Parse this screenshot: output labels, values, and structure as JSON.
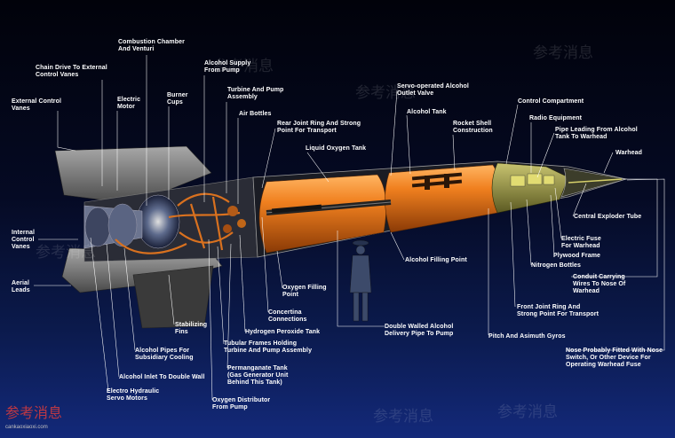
{
  "labels": {
    "combustion_chamber": "Combustion Chamber\nAnd Venturi",
    "chain_drive": "Chain Drive To External\nControl Vanes",
    "alcohol_supply": "Alcohol Supply\nFrom Pump",
    "external_vanes": "External Control\nVanes",
    "electric_motor": "Electric\nMotor",
    "burner_cups": "Burner\nCups",
    "turbine_pump": "Turbine And Pump\nAssembly",
    "air_bottles": "Air Bottles",
    "rear_joint": "Rear Joint Ring And Strong\nPoint For Transport",
    "liquid_oxygen": "Liquid Oxygen Tank",
    "servo_valve": "Servo-operated Alcohol\nOutlet Valve",
    "alcohol_tank": "Alcohol Tank",
    "rocket_shell": "Rocket Shell\nConstruction",
    "control_compartment": "Control Compartment",
    "radio_equipment": "Radio Equipment",
    "pipe_leading": "Pipe Leading From Alcohol\nTank To Warhead",
    "warhead": "Warhead",
    "internal_vanes": "Internal\nControl\nVanes",
    "central_exploder": "Central Exploder Tube",
    "electric_fuse": "Electric Fuse\nFor Warhead",
    "plywood_frame": "Plywood Frame",
    "alcohol_filling": "Alcohol Filling Point",
    "nitrogen_bottles": "Nitrogen Bottles",
    "aerial_leads": "Aerial\nLeads",
    "conduit": "Conduit Carrying\nWires To Nose Of\nWarhead",
    "oxygen_filling": "Oxygen Filling\nPoint",
    "front_joint": "Front Joint Ring And\nStrong Point For Transport",
    "concertina": "Concertina\nConnections",
    "stabilizing_fins": "Stabilizing\nFins",
    "hydrogen_peroxide": "Hydrogen Peroxide Tank",
    "double_walled": "Double Walled Alcohol\nDelivery Pipe To Pump",
    "pitch_gyros": "Pitch And Asimuth Gyros",
    "alcohol_pipes": "Alcohol Pipes For\nSubsidiary Cooling",
    "tubular_frames": "Tubular Frames Holding\nTurbine And Pump Assembly",
    "nose_fitted": "Nose Probably Fitted With Nose\nSwitch, Or Other Device For\nOperating Warhead Fuse",
    "alcohol_inlet": "Alcohol Inlet To Double Wall",
    "permanganate": "Permanganate Tank\n(Gas Generator Unit\nBehind This Tank)",
    "electro_hydraulic": "Electro Hydraulic\nServo Motors",
    "oxygen_distributor": "Oxygen Distributor\nFrom Pump"
  },
  "watermark": {
    "chars": "参考消息",
    "site": "cankaoxiaoxi.com"
  },
  "colors": {
    "tank_orange": "#e8731a",
    "tank_highlight": "#ffae55",
    "fuselage_gray": "#8a8a8a",
    "leader_white": "#ffffff"
  }
}
